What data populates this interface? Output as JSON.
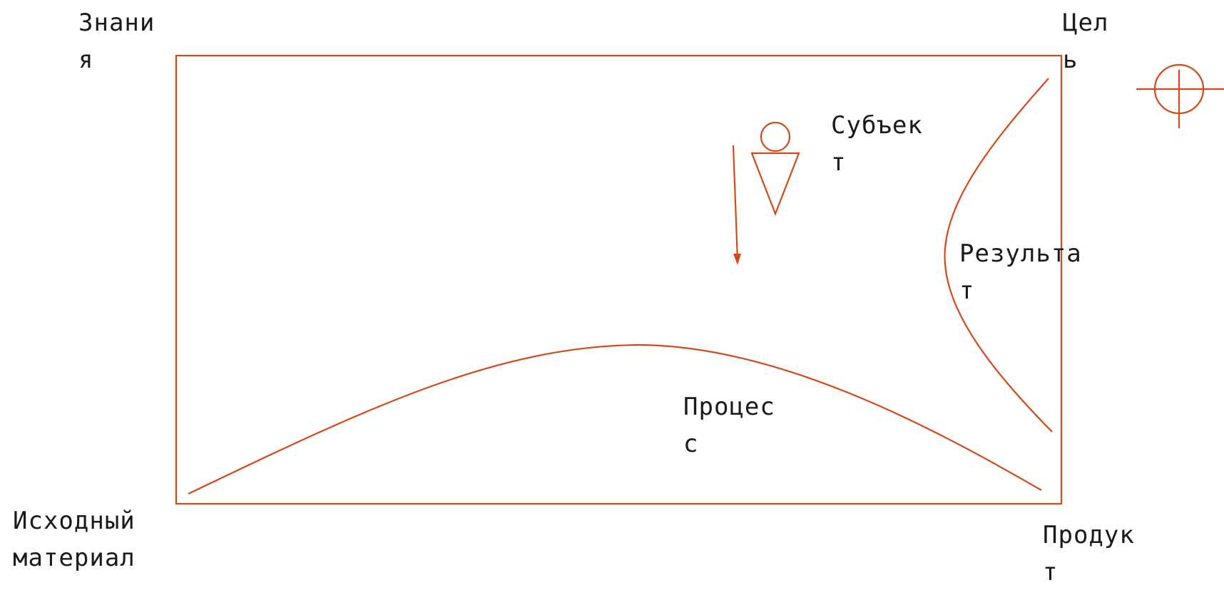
{
  "colors": {
    "stroke": "#d24a17",
    "text": "#1a1a1a",
    "background": "#ffffff"
  },
  "icons": [
    "target-crosshair-icon",
    "subject-person-icon"
  ],
  "labels": {
    "knowledge": "Знани\nя",
    "goal": "Цел\nь",
    "subject": "Субъек\nт",
    "result": "Результа\nт",
    "process": "Процес\nс",
    "source_material": "Исходный\nматериал",
    "product": "Продук\nт"
  }
}
